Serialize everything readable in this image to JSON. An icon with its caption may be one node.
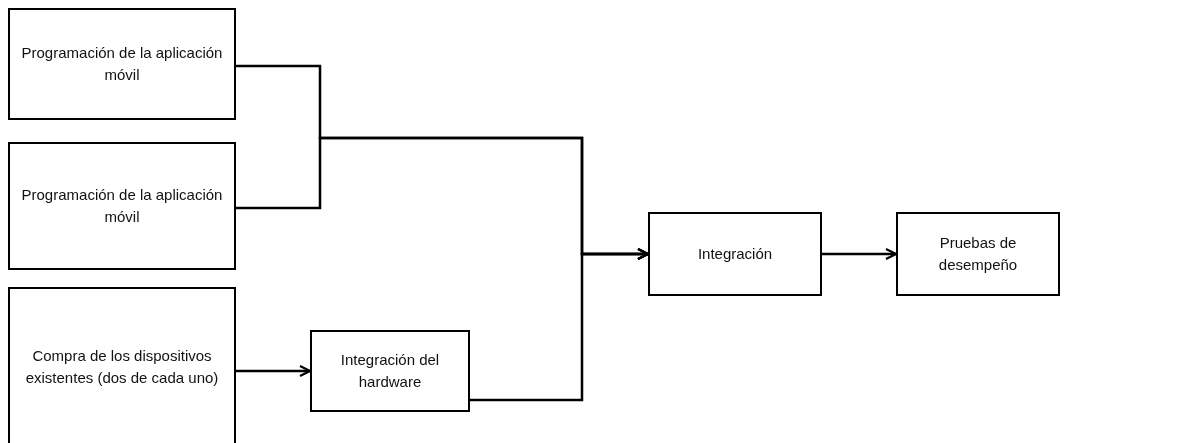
{
  "diagram": {
    "nodes": [
      {
        "text": [
          "Programación de la aplicación móvil"
        ]
      },
      {
        "text": [
          "Programación de la aplicación móvil"
        ]
      },
      {
        "text": [
          "Compra de los dispositivos existentes (dos de cada uno)"
        ]
      },
      {
        "text": [
          "Integración del hardware"
        ]
      },
      {
        "text": [
          "Integración"
        ]
      },
      {
        "text": [
          "Pruebas de desempeño"
        ]
      }
    ],
    "edges": [
      {
        "from": 0,
        "to": 4,
        "arrow": "to"
      },
      {
        "from": 1,
        "to": 4,
        "arrow": "to"
      },
      {
        "from": 3,
        "to": 4,
        "arrow": "to"
      },
      {
        "from": 2,
        "to": 3,
        "arrow": "to"
      },
      {
        "from": 4,
        "to": 5,
        "arrow": "to"
      }
    ]
  }
}
